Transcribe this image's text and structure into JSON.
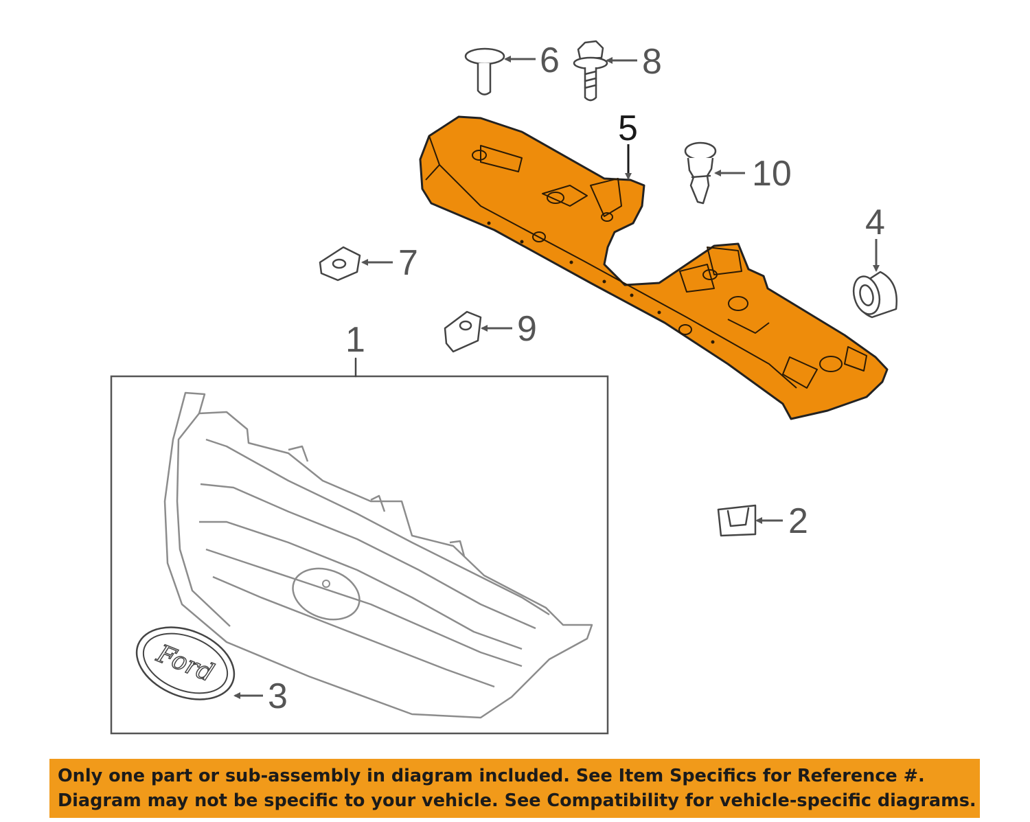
{
  "callouts": {
    "c1": "1",
    "c2": "2",
    "c3": "3",
    "c4": "4",
    "c5": "5",
    "c6": "6",
    "c7": "7",
    "c8": "8",
    "c9": "9",
    "c10": "10"
  },
  "emblem_text": "Ford",
  "highlight_color": "#ee8c0b",
  "banner_color": "#f19a1a",
  "disclaimer": {
    "line1": "Only one part or sub-assembly in diagram included. See Item Specifics for Reference #.",
    "line2": "Diagram may not be specific to your vehicle. See Compatibility for vehicle-specific diagrams."
  }
}
